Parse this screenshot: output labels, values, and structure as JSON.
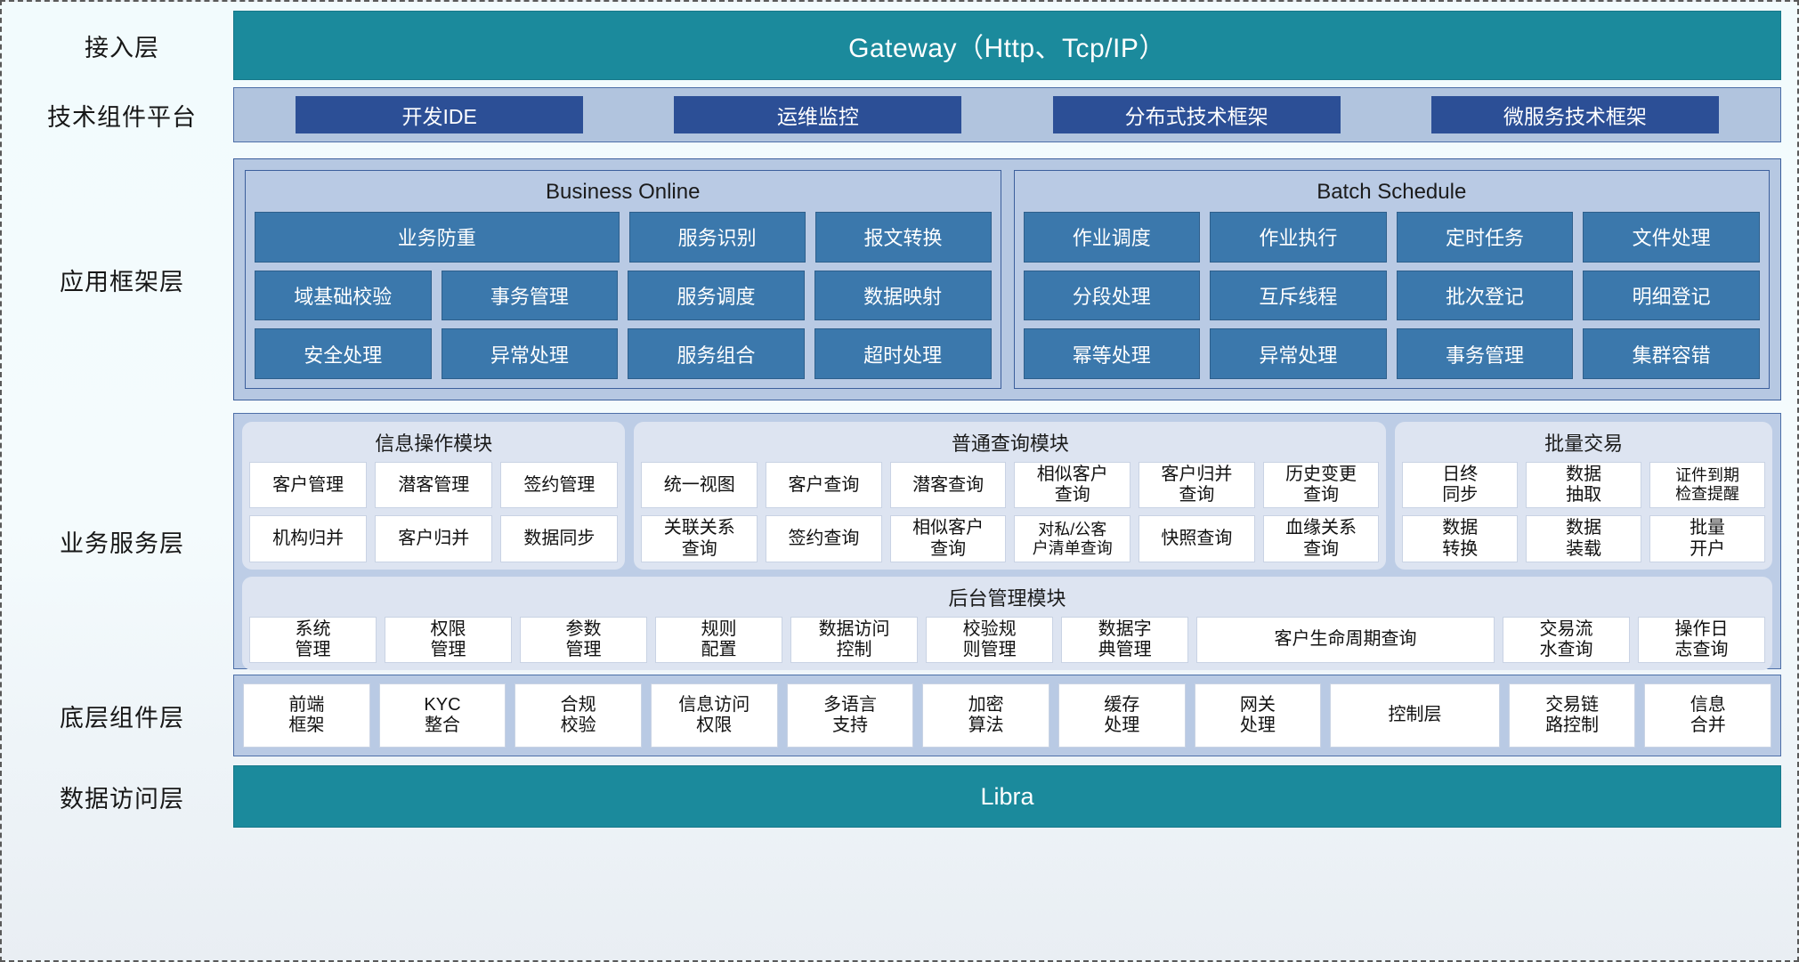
{
  "layers": {
    "access": {
      "label": "接入层",
      "gateway": "Gateway（Http、Tcp/IP）"
    },
    "tech_platform": {
      "label": "技术组件平台",
      "items": [
        "开发IDE",
        "运维监控",
        "分布式技术框架",
        "微服务技术框架"
      ]
    },
    "app_framework": {
      "label": "应用框架层",
      "groups": [
        {
          "title": "Business Online",
          "rows": [
            [
              "业务防重",
              "服务识别",
              "报文转换"
            ],
            [
              "域基础校验",
              "事务管理",
              "服务调度",
              "数据映射"
            ],
            [
              "安全处理",
              "异常处理",
              "服务组合",
              "超时处理"
            ]
          ]
        },
        {
          "title": "Batch Schedule",
          "rows": [
            [
              "作业调度",
              "作业执行",
              "定时任务",
              "文件处理"
            ],
            [
              "分段处理",
              "互斥线程",
              "批次登记",
              "明细登记"
            ],
            [
              "幂等处理",
              "异常处理",
              "事务管理",
              "集群容错"
            ]
          ]
        }
      ]
    },
    "business_service": {
      "label": "业务服务层",
      "modules": [
        {
          "title": "信息操作模块",
          "rows": [
            [
              "客户管理",
              "潜客管理",
              "签约管理"
            ],
            [
              "机构归并",
              "客户归并",
              "数据同步"
            ]
          ]
        },
        {
          "title": "普通查询模块",
          "rows": [
            [
              "统一视图",
              "客户查询",
              "潜客查询",
              "相似客户\n查询",
              "客户归并\n查询",
              "历史变更\n查询"
            ],
            [
              "关联关系\n查询",
              "签约查询",
              "相似客户\n查询",
              "对私/公客\n户清单查询",
              "快照查询",
              "血缘关系\n查询"
            ]
          ]
        },
        {
          "title": "批量交易",
          "rows": [
            [
              "日终\n同步",
              "数据\n抽取",
              "证件到期\n检查提醒"
            ],
            [
              "数据\n转换",
              "数据\n装载",
              "批量\n开户"
            ]
          ]
        }
      ],
      "admin_module": {
        "title": "后台管理模块",
        "items": [
          "系统\n管理",
          "权限\n管理",
          "参数\n管理",
          "规则\n配置",
          "数据访问\n控制",
          "校验规\n则管理",
          "数据字\n典管理",
          "客户生命周期查询",
          "交易流\n水查询",
          "操作日\n志查询"
        ]
      }
    },
    "base_component": {
      "label": "底层组件层",
      "items": [
        "前端\n框架",
        "KYC\n整合",
        "合规\n校验",
        "信息访问\n权限",
        "多语言\n支持",
        "加密\n算法",
        "缓存\n处理",
        "网关\n处理",
        "控制层",
        "交易链\n路控制",
        "信息\n合并"
      ]
    },
    "data_access": {
      "label": "数据访问层",
      "title": "Libra"
    }
  },
  "colors": {
    "teal": "#1b8a9c",
    "deep_blue": "#2c4f96",
    "mid_blue": "#3b78ac",
    "band_blue": "#b9cae4",
    "module_bg": "#dde4f1"
  }
}
